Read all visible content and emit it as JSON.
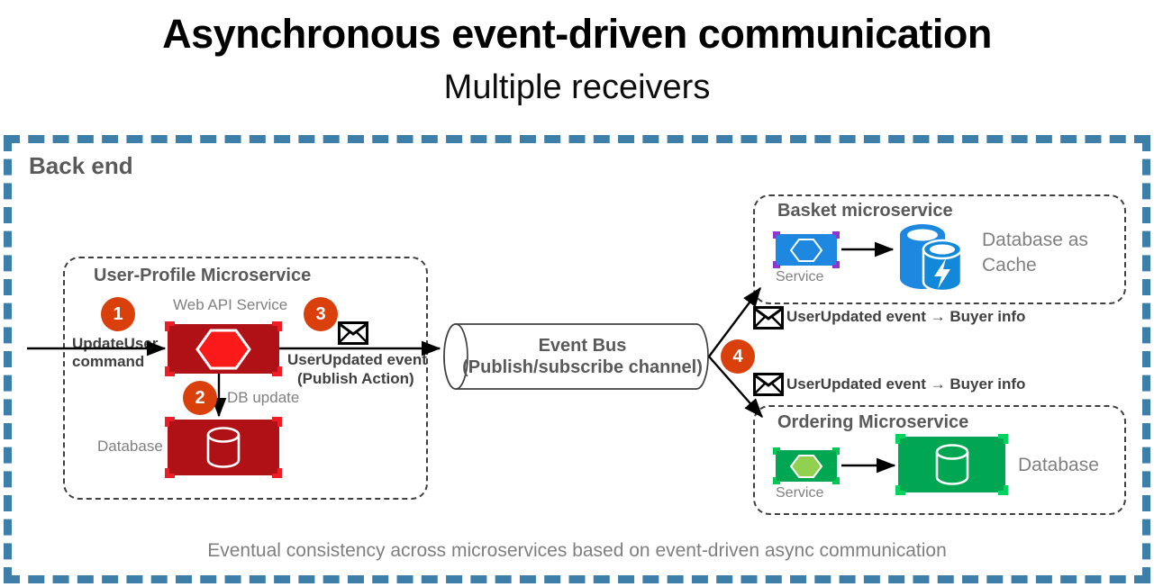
{
  "header": {
    "title": "Asynchronous event-driven communication",
    "subtitle": "Multiple receivers"
  },
  "backend": {
    "label": "Back end",
    "border_color": "#3e7faa"
  },
  "user_profile_ms": {
    "title": "User-Profile Microservice",
    "web_api_caption": "Web API Service",
    "database_caption": "Database",
    "tile_color": "#b01116",
    "accent_color": "#ee1c25"
  },
  "event_bus": {
    "line1": "Event Bus",
    "line2": "(Publish/subscribe channel)"
  },
  "basket_ms": {
    "title": "Basket microservice",
    "service_caption": "Service",
    "database_caption_line1": "Database as",
    "database_caption_line2": "Cache",
    "tile_color": "#1e88e0",
    "accent_color": "#8f35d4"
  },
  "ordering_ms": {
    "title": "Ordering Microservice",
    "service_caption": "Service",
    "database_caption": "Database",
    "tile_color": "#00a651",
    "accent_color": "#00c853"
  },
  "badges": [
    {
      "id": "1",
      "label": "1"
    },
    {
      "id": "2",
      "label": "2"
    },
    {
      "id": "3",
      "label": "3"
    },
    {
      "id": "4",
      "label": "4"
    }
  ],
  "badge_color": "#d9400b",
  "labels": {
    "update_user_command_line1": "UpdateUser",
    "update_user_command_line2": "command",
    "db_update": "DB update",
    "user_updated_event_line1": "UserUpdated event",
    "user_updated_event_line2": "(Publish Action)",
    "basket_subscription": "UserUpdated event → Buyer info",
    "ordering_subscription": "UserUpdated event → Buyer info"
  },
  "footer": {
    "caption": "Eventual consistency across microservices based on event-driven async communication"
  }
}
